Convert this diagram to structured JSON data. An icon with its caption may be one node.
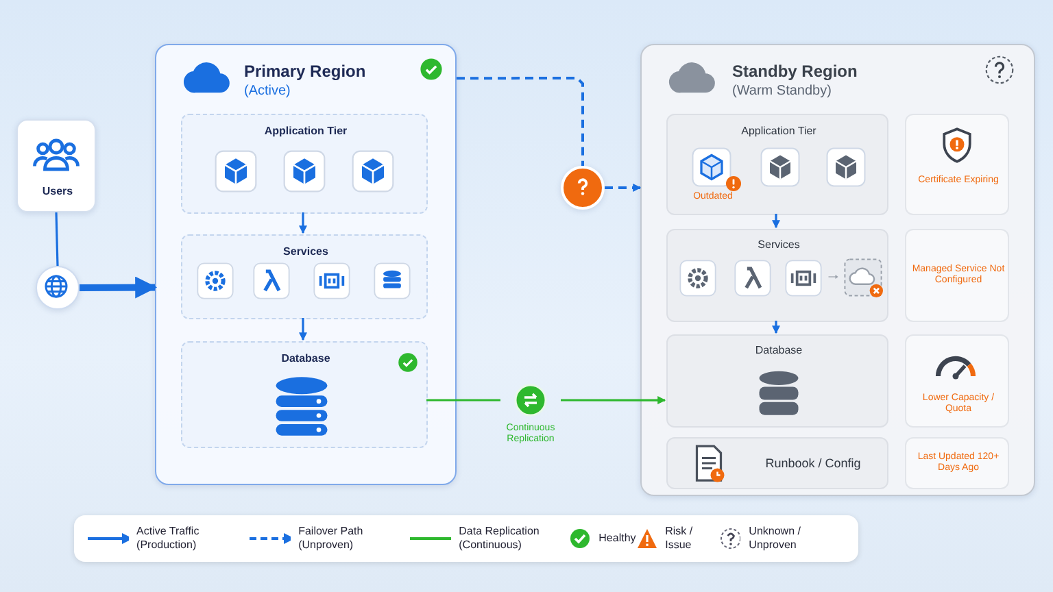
{
  "diagram": {
    "nodes": [
      {
        "text": [
          "Users"
        ]
      },
      {
        "text": [],
        "shape": "circle"
      },
      {
        "text": [
          "Primary Region",
          "(Active)"
        ]
      },
      {
        "text": [
          "Application Tier"
        ],
        "in": 2
      },
      {
        "text": [
          "Services"
        ],
        "in": 2
      },
      {
        "text": [
          "Database"
        ],
        "in": 2
      },
      {
        "text": [],
        "shape": "circle"
      },
      {
        "text": [
          "Continuous Replication"
        ]
      },
      {
        "text": [
          "Standby Region",
          "(Warm Standby)"
        ]
      },
      {
        "text": [
          "Application Tier",
          "Outdated"
        ],
        "in": 8
      },
      {
        "text": [
          "Certificate Expiring"
        ],
        "in": 8
      },
      {
        "text": [
          "Services"
        ],
        "in": 8
      },
      {
        "text": [
          "Managed Service Not Configured"
        ],
        "in": 8
      },
      {
        "text": [
          "Database"
        ],
        "in": 8
      },
      {
        "text": [
          "Lower Capacity / Quota"
        ],
        "in": 8
      },
      {
        "text": [
          "Runbook / Config"
        ],
        "in": 8
      },
      {
        "text": [
          "Last Updated 120+ Days Ago"
        ],
        "in": 8
      }
    ],
    "edges": [
      {
        "from": 0,
        "to": 1,
        "arrow": "none"
      },
      {
        "from": 1,
        "to": 2,
        "arrow": "to",
        "style": "thick"
      },
      {
        "from": 3,
        "to": 4,
        "arrow": "to"
      },
      {
        "from": 4,
        "to": 5,
        "arrow": "to"
      },
      {
        "from": 2,
        "to": 6,
        "arrow": "none",
        "style": "dashed"
      },
      {
        "from": 6,
        "to": 8,
        "arrow": "to",
        "style": "dashed"
      },
      {
        "from": 5,
        "to": 7,
        "arrow": "none",
        "color": "#2eb82e"
      },
      {
        "from": 7,
        "to": 13,
        "arrow": "to",
        "color": "#2eb82e"
      },
      {
        "from": 9,
        "to": 11,
        "arrow": "to"
      },
      {
        "from": 11,
        "to": 13,
        "arrow": "to"
      }
    ],
    "legend": [
      {
        "text": "Active Traffic (Production)"
      },
      {
        "text": "Failover Path (Unproven)"
      },
      {
        "text": "Data Replication (Continuous)"
      },
      {
        "text": "Healthy"
      },
      {
        "text": "Risk / Issue"
      },
      {
        "text": "Unknown / Unproven"
      }
    ]
  }
}
